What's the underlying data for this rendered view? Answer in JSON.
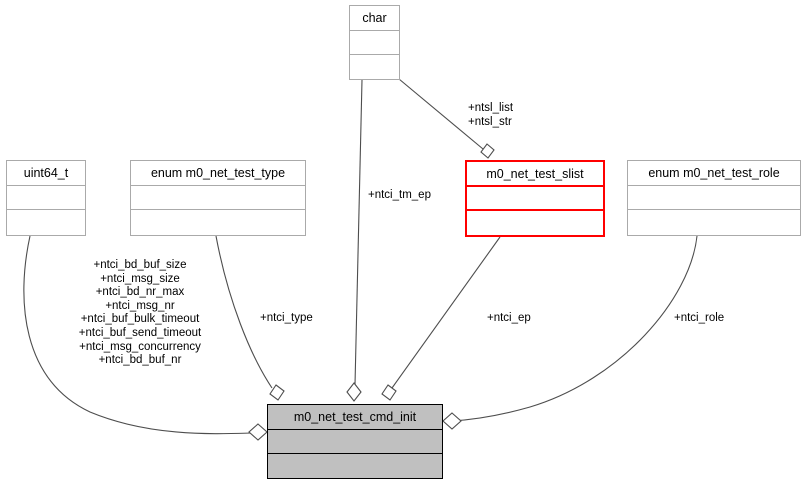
{
  "diagram": {
    "type": "uml-collaboration-diagram",
    "colors": {
      "highlight_border": "#ff0000",
      "default_border": "#aaaaaa",
      "focus_fill": "#c0c0c0",
      "focus_border": "#000000",
      "edge_stroke": "#4d4d4d",
      "background": "#ffffff"
    }
  },
  "classes": {
    "char": {
      "name": "char"
    },
    "uint64_t": {
      "name": "uint64_t"
    },
    "net_test_type": {
      "name": "enum m0_net_test_type"
    },
    "net_test_slist": {
      "name": "m0_net_test_slist"
    },
    "net_test_role": {
      "name": "enum m0_net_test_role"
    },
    "cmd_init": {
      "name": "m0_net_test_cmd_init"
    }
  },
  "edge_labels": {
    "slist_members": "+ntsl_list\n+ntsl_str",
    "tm_ep": "+ntci_tm_ep",
    "uint64_members": "+ntci_bd_buf_size\n+ntci_msg_size\n+ntci_bd_nr_max\n+ntci_msg_nr\n+ntci_buf_bulk_timeout\n+ntci_buf_send_timeout\n+ntci_msg_concurrency\n+ntci_bd_buf_nr",
    "type": "+ntci_type",
    "ep": "+ntci_ep",
    "role": "+ntci_role"
  }
}
